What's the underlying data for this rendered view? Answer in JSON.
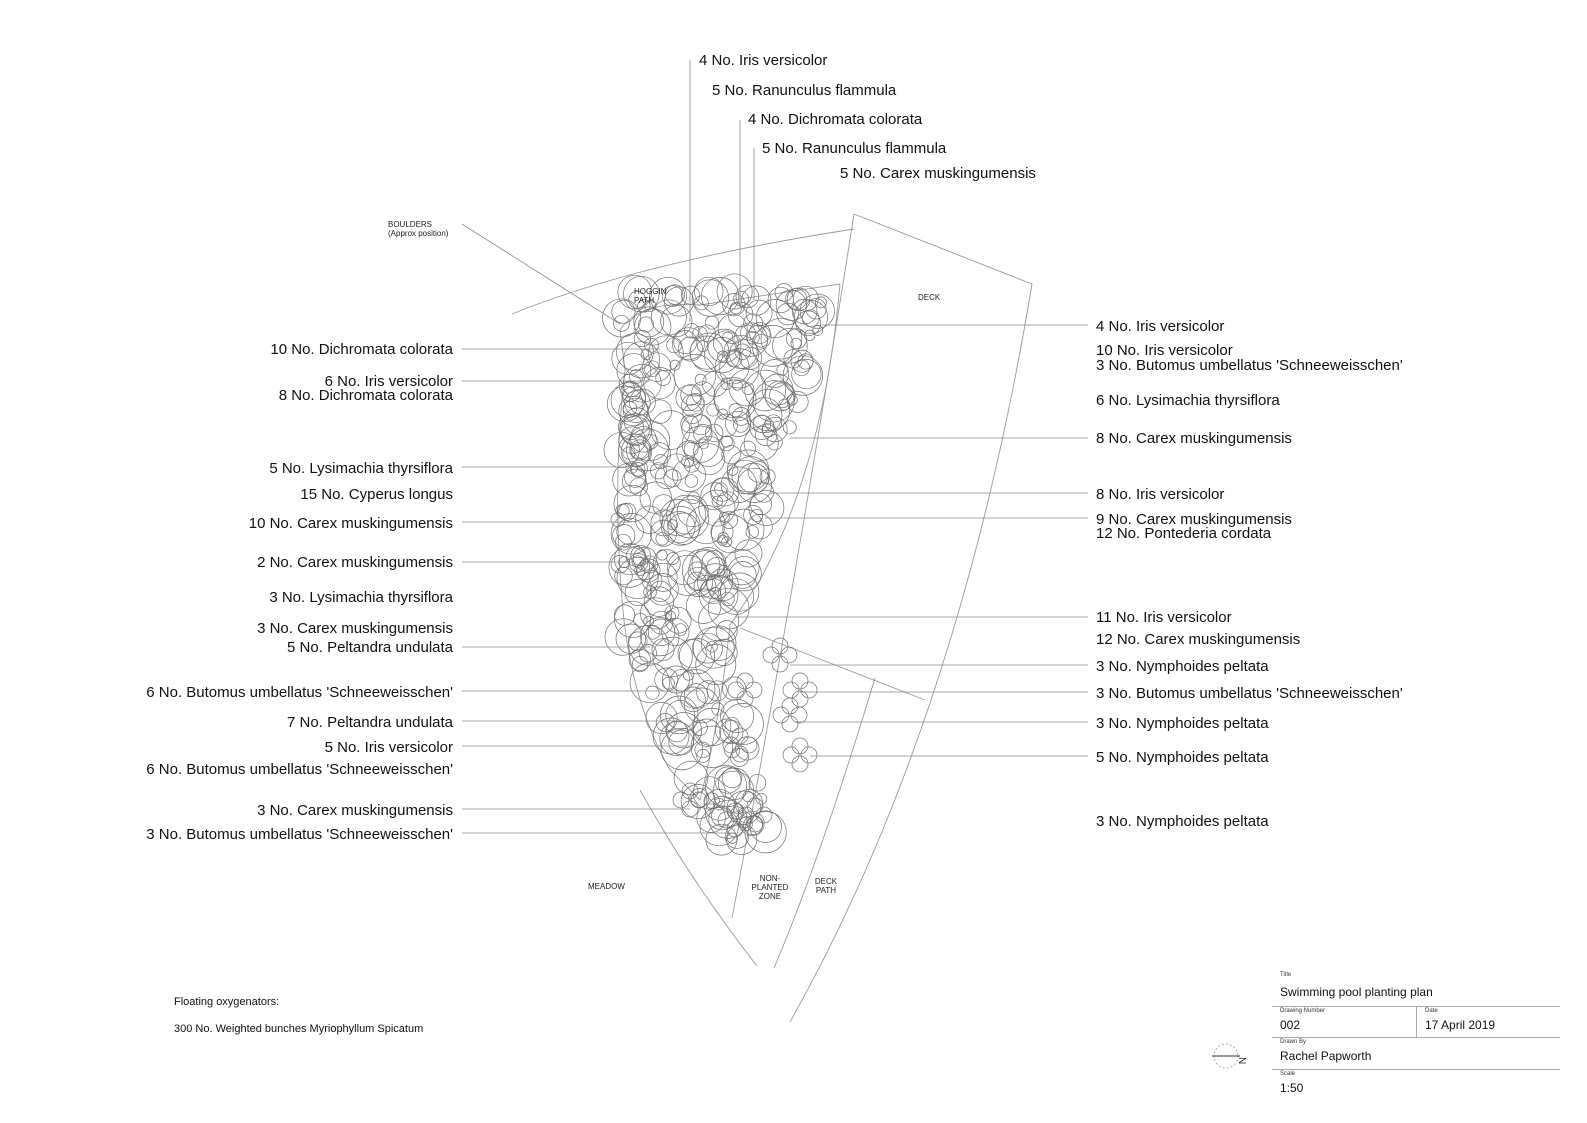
{
  "labels_left": [
    "10 No. Dichromata colorata",
    "6 No. Iris versicolor",
    "8 No. Dichromata colorata",
    "5 No. Lysimachia thyrsiflora",
    "15 No. Cyperus longus",
    "10 No. Carex muskingumensis",
    "2 No. Carex muskingumensis",
    "3 No. Lysimachia thyrsiflora",
    "3 No. Carex muskingumensis",
    "5 No. Peltandra undulata",
    "6 No. Butomus umbellatus 'Schneeweisschen'",
    "7 No. Peltandra undulata",
    "5 No. Iris versicolor",
    "6 No. Butomus umbellatus 'Schneeweisschen'",
    "3 No. Carex muskingumensis",
    "3 No. Butomus umbellatus 'Schneeweisschen'"
  ],
  "labels_right": [
    "4 No. Iris versicolor",
    "10 No. Iris versicolor",
    "3 No. Butomus umbellatus 'Schneeweisschen'",
    "6 No. Lysimachia thyrsiflora",
    "8 No. Carex muskingumensis",
    "8 No. Iris versicolor",
    "9 No. Carex muskingumensis",
    "12 No. Pontederia cordata",
    "11 No. Iris versicolor",
    "12 No. Carex muskingumensis",
    "3 No. Nymphoides peltata",
    "3 No. Butomus umbellatus 'Schneeweisschen'",
    "3 No. Nymphoides peltata",
    "5 No. Nymphoides peltata",
    "3 No. Nymphoides peltata"
  ],
  "labels_top": [
    "4 No. Iris versicolor",
    "5 No. Ranunculus flammula",
    "4 No. Dichromata colorata",
    "5 No. Ranunculus flammula",
    "5 No. Carex muskingumensis"
  ],
  "zones": {
    "boulders": "BOULDERS",
    "boulders_note": "(Approx position)",
    "hoggin_1": "HOGGIN",
    "hoggin_2": "PATH",
    "deck": "DECK",
    "meadow": "MEADOW",
    "non_planted_1": "NON-",
    "non_planted_2": "PLANTED",
    "non_planted_3": "ZONE",
    "deck_path_1": "DECK",
    "deck_path_2": "PATH"
  },
  "notes": {
    "oxygenators_title": "Floating oxygenators:",
    "oxygenators_text": "300 No.  Weighted bunches Myriophyllum Spicatum"
  },
  "north_label": "N",
  "title_block": {
    "title_caption": "Title",
    "title": "Swimming pool planting plan",
    "drawing_number_caption": "Drawing Number",
    "drawing_number": "002",
    "date_caption": "Date",
    "date": "17 April 2019",
    "drawn_by_caption": "Drawn By",
    "drawn_by": "Rachel Papworth",
    "scale_caption": "Scale",
    "scale": "1:50"
  }
}
